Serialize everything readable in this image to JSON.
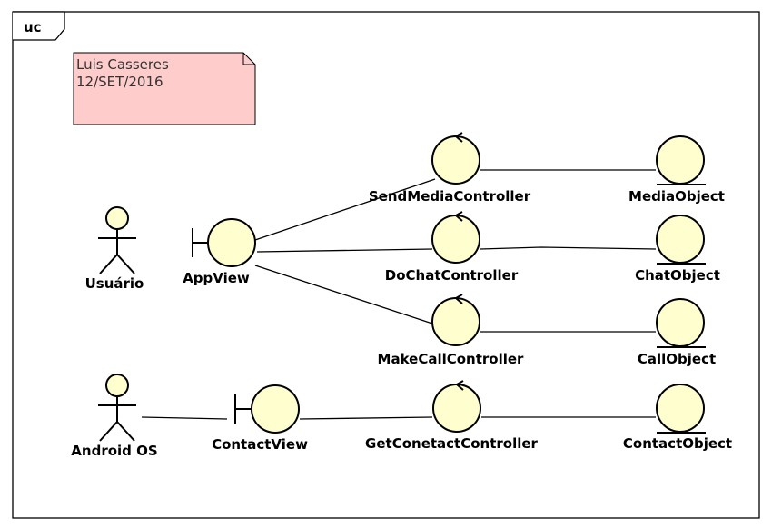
{
  "frame": {
    "label": "uc"
  },
  "note": {
    "line1": "Luis Casseres",
    "line2": "12/SET/2016"
  },
  "actors": {
    "usuario": "Usuário",
    "android": "Android OS"
  },
  "boundaries": {
    "app_view": "AppView",
    "contact_view": "ContactView"
  },
  "controls": {
    "send_media": "SendMediaController",
    "do_chat": "DoChatController",
    "make_call": "MakeCallController",
    "get_contact": "GetConetactController"
  },
  "entities": {
    "media": "MediaObject",
    "chat": "ChatObject",
    "call": "CallObject",
    "contact": "ContactObject"
  },
  "colors": {
    "figure_fill": "#fefece",
    "note_fill": "#ffcccc",
    "stroke": "#000000"
  }
}
